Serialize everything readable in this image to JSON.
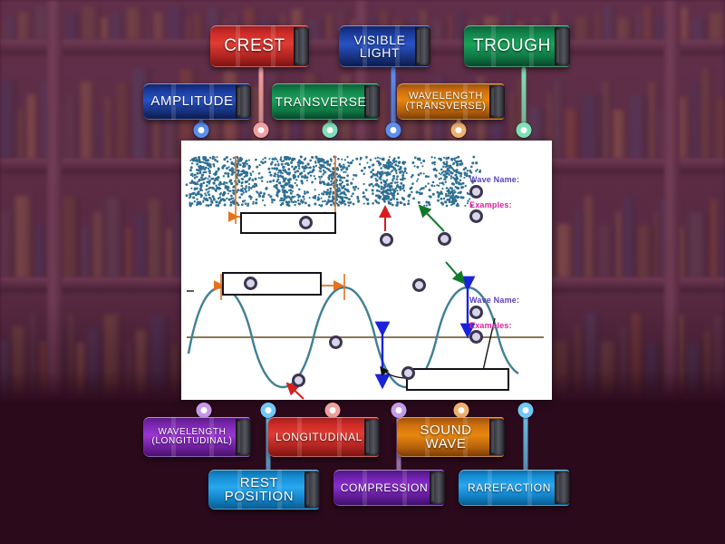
{
  "activity": {
    "type": "labelled-diagram-drag-and-drop",
    "background_theme": "bookshelf",
    "panel_background_color": "#ffffff"
  },
  "answer_bank": {
    "top_row_back": [
      {
        "label": "CREST",
        "color": "#cf2b27",
        "peg_color": "#f0a0a0"
      },
      {
        "label": "VISIBLE\nLIGHT",
        "color": "#1b3d9e",
        "peg_color": "#5b8ef0"
      },
      {
        "label": "TROUGH",
        "color": "#12864c",
        "peg_color": "#7ee0b5"
      }
    ],
    "top_row_front": [
      {
        "label": "AMPLITUDE",
        "color": "#1b3d9e",
        "peg_color": "#5b8ef0"
      },
      {
        "label": "TRANSVERSE",
        "color": "#12864c",
        "peg_color": "#7ee0b5"
      },
      {
        "label": "WAVELENGTH\n(TRANSVERSE)",
        "color": "#cf7110",
        "peg_color": "#f0b070"
      }
    ],
    "bottom_row_back": [
      {
        "label": "WAVELENGTH\n(LONGITUDINAL)",
        "color": "#7d27b3",
        "peg_color": "#c79ae8"
      },
      {
        "label": "LONGITUDINAL",
        "color": "#cf2b27",
        "peg_color": "#f0a0a0"
      },
      {
        "label": "SOUND\nWAVE",
        "color": "#cf7110",
        "peg_color": "#f0b070"
      }
    ],
    "bottom_row_front": [
      {
        "label": "REST\nPOSITION",
        "color": "#1690d6",
        "peg_color": "#6fc8f5"
      },
      {
        "label": "COMPRESSION",
        "color": "#6f21ad",
        "peg_color": "#c79ae8"
      },
      {
        "label": "RAREFACTION",
        "color": "#1690d6",
        "peg_color": "#6fc8f5"
      }
    ]
  },
  "diagram": {
    "longitudinal": {
      "caption_wave_name": "Wave Name:",
      "caption_examples": "Examples:",
      "particle_color": "#2f6f93",
      "marker_line_color": "#e8701c",
      "pointer_arrow_up_color": "#d41f1f",
      "pointer_arrow_diag_color": "#0f7a2a"
    },
    "transverse": {
      "caption_wave_name": "Wave Name:",
      "caption_examples": "Examples:",
      "wave_color": "#3f7f94",
      "rest_line_color": "#8a7755",
      "amplitude_arrow_color": "#1a23d8",
      "wavelength_marker_color": "#e8701c",
      "trough_arrow_color": "#d41f1f",
      "crest_arrow_color": "#0f7a2a"
    },
    "drop_target_count": 12
  }
}
